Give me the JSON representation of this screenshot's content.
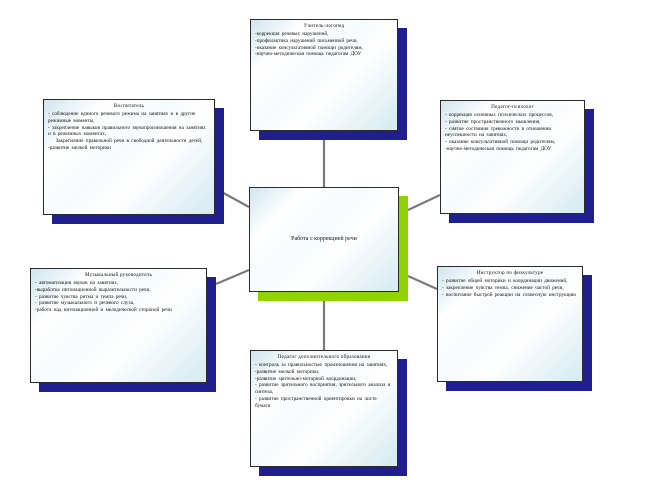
{
  "center": {
    "label": "Работа с коррекцией речи"
  },
  "nodes": {
    "top": {
      "title": "Учитель-логопед",
      "lines": [
        "-коррекция речевых нарушений,",
        "-профилактика нарушений письменной речи,",
        "-оказание консультативной помощи родителям,",
        "-научно-методическая помощь педагогам ДОУ"
      ]
    },
    "left_top": {
      "title": "Воспитатель",
      "lines": [
        "- соблюдение единого речевого режима на занятиях и в другие режимные моменты,",
        "- закрепление навыков правильного звукопроизношения на занятиях и в режимных моментах,",
        "Закрепление правильной речи в свободной деятельности детей,",
        "-развитие мелкой моторики"
      ]
    },
    "right_top": {
      "title": "Педагог-психолог",
      "lines": [
        "- коррекция основных психических процессов,",
        "- развитие пространственного мышления,",
        "- снятие состояния тревожности в отношении неуспешности на занятиях,",
        "- оказание консультативной помощи родителям,",
        "-научно-методическая помощь педагогам ДОУ"
      ]
    },
    "left_bottom": {
      "title": "Музыкальный руководитель",
      "lines": [
        "- автоматизация звуков на занятиях,",
        "-выработка интонационной выразительности речи,",
        "- развитие чувства ритма и темпа речи,",
        "- развитие музыкального и речевого слуха,",
        "-работа над интонационной и мелодической стороной речи"
      ]
    },
    "right_bottom": {
      "title": "Инструктор по физкультуре",
      "lines": [
        "- развитие общей моторики и координации движений,",
        "- закрепление чувства темпа, снижение частой речи,",
        "- воспитание быстрой реакции на словесную инструкцию"
      ]
    },
    "bottom": {
      "title": "Педагог дополнительного образования",
      "lines": [
        "- контроль за правильностью произношения на занятиях,",
        "-развитие мелкой моторики,",
        "-развитие зрительно-моторной координации,",
        "- развитие зрительного восприятия, зрительного анализа и синтеза,",
        "- развитие пространственной ориентировки на листе бумаги"
      ]
    }
  },
  "colors": {
    "box_shadow": "#1f1f8f",
    "center_shadow": "#8fd400",
    "connector": "#7a7a7a",
    "box_tint": "#cfe6ee"
  }
}
